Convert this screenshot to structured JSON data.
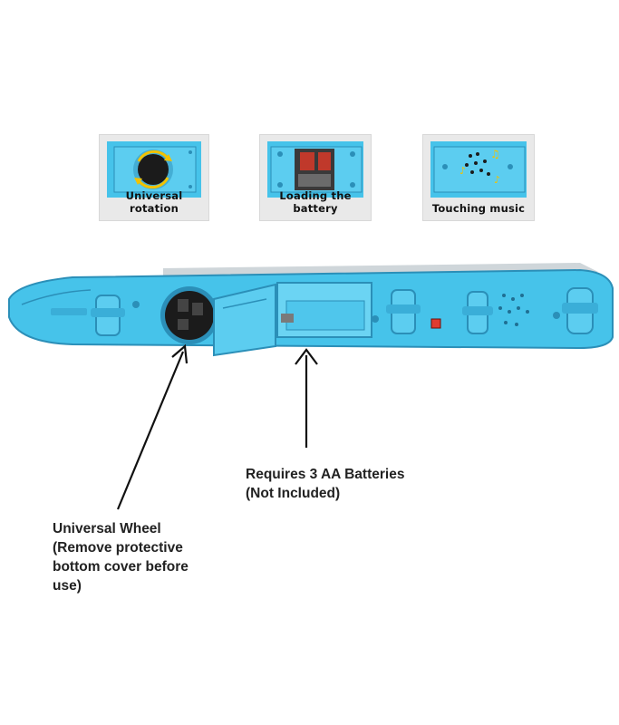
{
  "colors": {
    "toy_blue": "#46c3ea",
    "toy_blue_dark": "#2b8fb8",
    "wheel_black": "#1b1b1b",
    "arrow": "#111111",
    "caption_bg": "#e9e9e9"
  },
  "thumbnails": [
    {
      "caption": "Universal rotation"
    },
    {
      "caption": "Loading the battery"
    },
    {
      "caption": "Touching music"
    }
  ],
  "annotations": {
    "battery": {
      "line1": "Requires 3 AA Batteries",
      "line2": "(Not Included)"
    },
    "wheel": {
      "line1": "Universal Wheel",
      "line2": "(Remove protective",
      "line3": "bottom cover before",
      "line4": "use)"
    }
  }
}
